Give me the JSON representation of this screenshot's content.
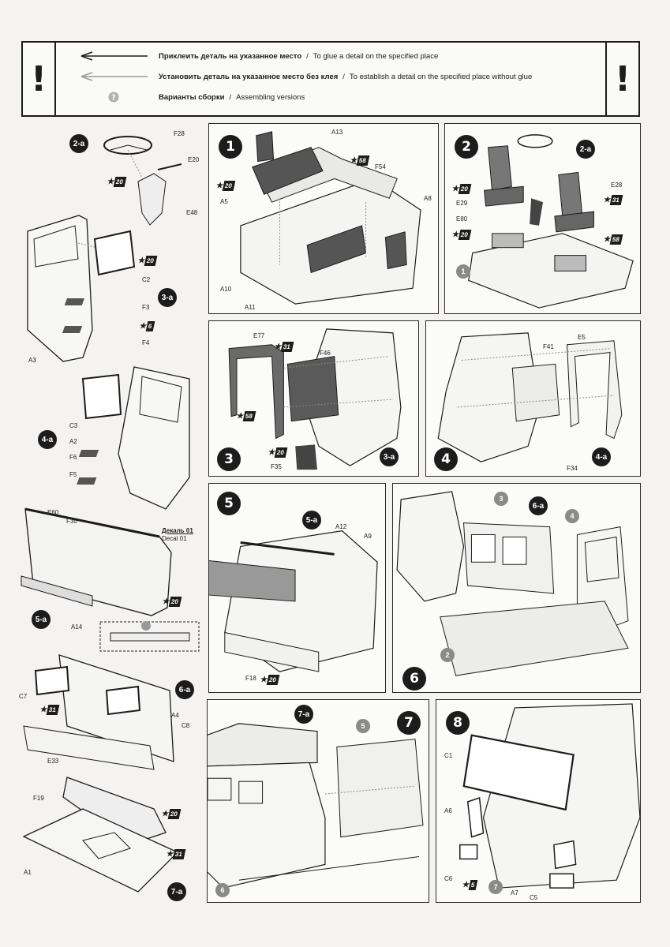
{
  "legend": {
    "warning_glyph": "!",
    "glue_ru": "Приклеить деталь на указанное место",
    "glue_en": "To glue a detail on the specified place",
    "noglue_ru": "Установить деталь на указанное место без клея",
    "noglue_en": "To establish a detail on the specified place without glue",
    "versions_ru": "Варианты сборки",
    "versions_en": "Assembling versions",
    "sep": "/",
    "help_icon": "?"
  },
  "steps": {
    "s1": {
      "num": "1",
      "parts": [
        "A13",
        "F54",
        "A5",
        "A8",
        "A10",
        "A11"
      ],
      "paints": [
        "58",
        "20"
      ]
    },
    "s2": {
      "num": "2",
      "parts": [
        "E29",
        "E28",
        "E80"
      ],
      "paints": [
        "20",
        "31",
        "20",
        "58"
      ],
      "refs": [
        "2-a",
        "1"
      ]
    },
    "s3": {
      "num": "3",
      "parts": [
        "E77",
        "F46",
        "F35"
      ],
      "paints": [
        "31",
        "58",
        "20"
      ],
      "refs": [
        "3-a"
      ]
    },
    "s4": {
      "num": "4",
      "parts": [
        "F41",
        "E5",
        "F34"
      ],
      "refs": [
        "4-a"
      ]
    },
    "s5": {
      "num": "5",
      "parts": [
        "A12",
        "A9",
        "F18"
      ],
      "paints": [
        "20"
      ],
      "refs": [
        "5-a"
      ]
    },
    "s6": {
      "num": "6",
      "refs": [
        "3",
        "6-a",
        "4",
        "2"
      ]
    },
    "s7": {
      "num": "7",
      "refs": [
        "7-a",
        "5",
        "6"
      ]
    },
    "s8": {
      "num": "8",
      "parts": [
        "C1",
        "A6",
        "C6",
        "A7",
        "C5"
      ],
      "paints": [
        "5"
      ],
      "refs": [
        "7"
      ]
    }
  },
  "side": {
    "s2a": {
      "label": "2-a",
      "parts": [
        "F28",
        "E20",
        "E48"
      ],
      "paints": [
        "20"
      ]
    },
    "s3a": {
      "label": "3-a",
      "parts": [
        "C2",
        "F3",
        "F4",
        "A3"
      ],
      "paints": [
        "20",
        "6"
      ]
    },
    "s4a": {
      "label": "4-a",
      "parts": [
        "C3",
        "A2",
        "F6",
        "F5"
      ]
    },
    "s5a": {
      "label": "5-a",
      "parts": [
        "E60",
        "F30",
        "A14"
      ],
      "paints": [
        "20"
      ]
    },
    "decal": {
      "ru": "Декаль 01",
      "en": "Decal 01"
    },
    "s6a": {
      "label": "6-a",
      "parts": [
        "C7",
        "A4",
        "C8",
        "E33"
      ],
      "paints": [
        "31"
      ]
    },
    "s7a": {
      "label": "7-a",
      "parts": [
        "F19",
        "A1"
      ],
      "paints": [
        "20",
        "31"
      ]
    }
  },
  "colors": {
    "ink": "#1c1c1c",
    "paper": "#fbfbf9",
    "grey": "#8a8a8a",
    "dark_part": "#555555"
  }
}
